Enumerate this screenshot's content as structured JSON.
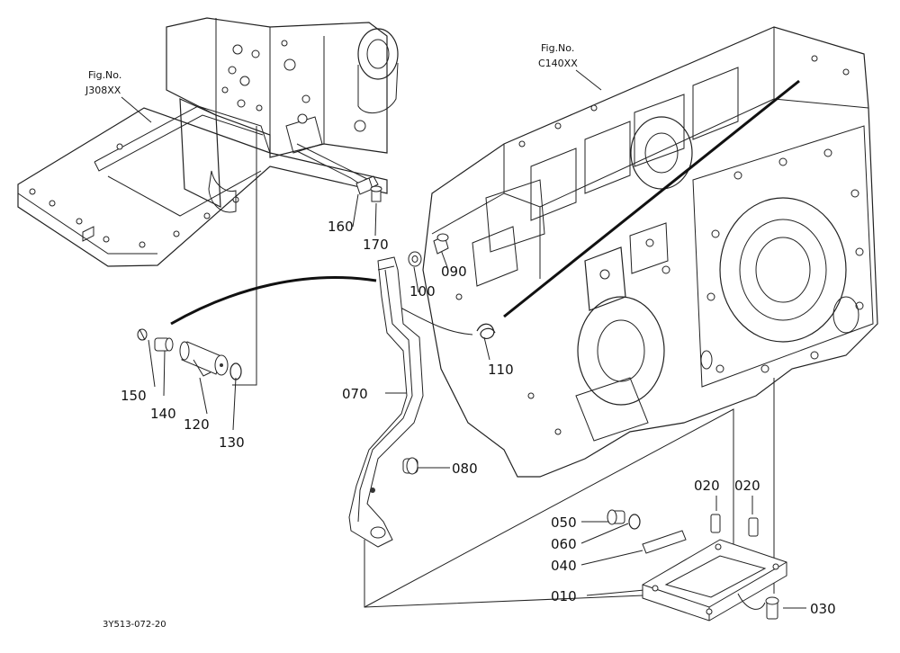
{
  "references": {
    "left": {
      "line1": "Fig.No.",
      "line2": "J308XX"
    },
    "right": {
      "line1": "Fig.No.",
      "line2": "C140XX"
    }
  },
  "parts": {
    "p010": "010",
    "p020a": "020",
    "p020b": "020",
    "p030": "030",
    "p040": "040",
    "p050": "050",
    "p060": "060",
    "p070": "070",
    "p080": "080",
    "p090": "090",
    "p100": "100",
    "p110": "110",
    "p120": "120",
    "p130": "130",
    "p140": "140",
    "p150": "150",
    "p160": "160",
    "p170": "170"
  },
  "document_code": "3Y513-072-20"
}
